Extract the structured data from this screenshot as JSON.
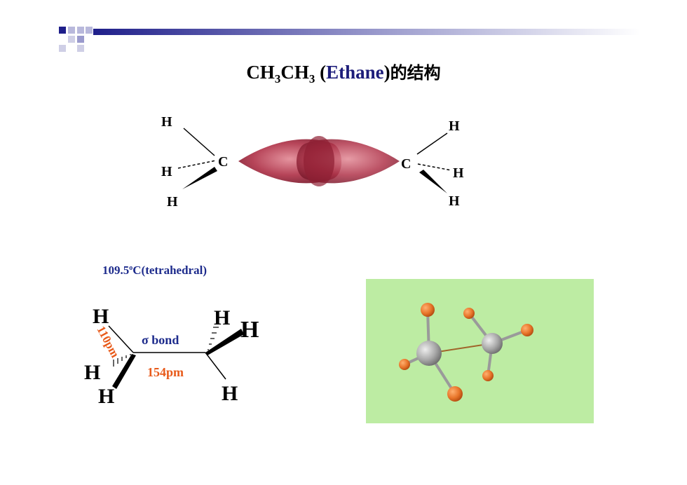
{
  "slide": {
    "title_prefix": "CH",
    "title_sub1": "3",
    "title_mid": "CH",
    "title_sub2": "3",
    "title_open": " (",
    "title_ethane": "Ethane",
    "title_close": ")",
    "title_cjk": "的结构",
    "angle_value": "109.5",
    "angle_degree": "o",
    "angle_rest": "C(tetrahedral)"
  },
  "orbital_diagram": {
    "h_label": "H",
    "c_label": "C"
  },
  "bond_diagram": {
    "h_label": "H",
    "ch_length": "110pm",
    "sigma_label": "σ bond",
    "cc_length": "154pm"
  },
  "colors": {
    "title_accent": "#1d1d7a",
    "label_blue": "#1d2b8c",
    "length_orange": "#e85a1a",
    "orbital_red": "#b0344a",
    "model_background": "#bdeca3",
    "atom_hydrogen": "#e8752a",
    "atom_carbon": "#a8a8a8"
  }
}
